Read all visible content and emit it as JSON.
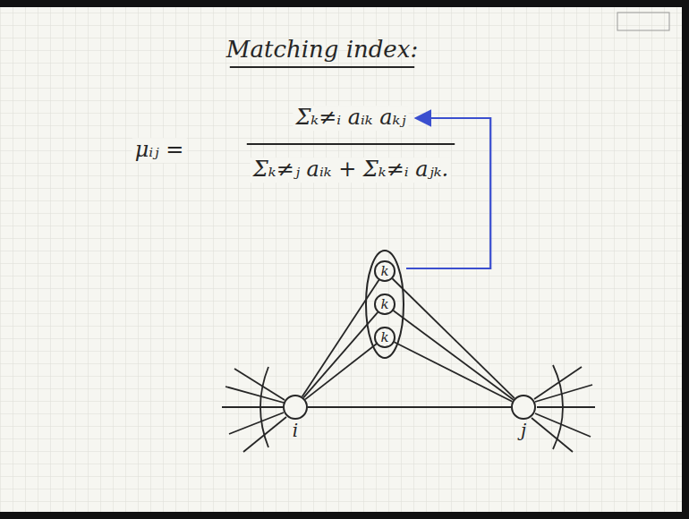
{
  "diagram": {
    "title": "Matching index:",
    "nodes": [
      {
        "text": [
          "k"
        ]
      },
      {
        "text": [
          "k"
        ]
      },
      {
        "text": [
          "k"
        ]
      },
      {
        "text": [
          "i"
        ]
      },
      {
        "text": [
          "j"
        ]
      }
    ],
    "edges": [
      {
        "from": 3,
        "to": 4,
        "arrow": "none"
      },
      {
        "from": 3,
        "to": 0,
        "arrow": "none"
      },
      {
        "from": 3,
        "to": 1,
        "arrow": "none"
      },
      {
        "from": 3,
        "to": 2,
        "arrow": "none"
      },
      {
        "from": 4,
        "to": 0,
        "arrow": "none"
      },
      {
        "from": 4,
        "to": 1,
        "arrow": "none"
      },
      {
        "from": 4,
        "to": 2,
        "arrow": "none"
      }
    ],
    "labels": [
      "μᵢⱼ =",
      "Σₖ≠ᵢ aᵢₖ aₖⱼ",
      "Σₖ≠ⱼ aᵢₖ + Σₖ≠ᵢ aⱼₖ."
    ]
  }
}
